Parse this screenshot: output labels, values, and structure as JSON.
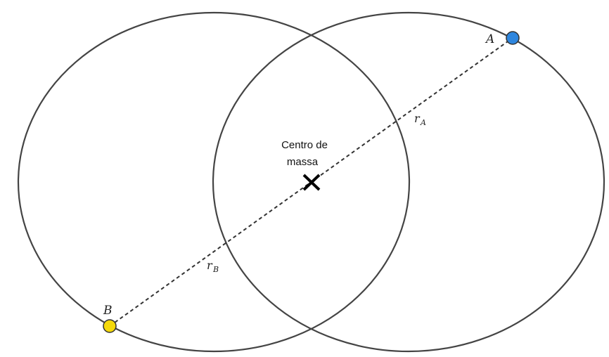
{
  "labels": {
    "body_a": "A",
    "body_b": "B",
    "radius_a_main": "r",
    "radius_a_sub": "A",
    "radius_b_main": "r",
    "radius_b_sub": "B",
    "center_of_mass_line1": "Centro de",
    "center_of_mass_line2": "massa"
  },
  "colors": {
    "body_a": "#2e86de",
    "body_b": "#f5d90a"
  },
  "icons": {
    "center_of_mass": "x-mark-icon"
  }
}
